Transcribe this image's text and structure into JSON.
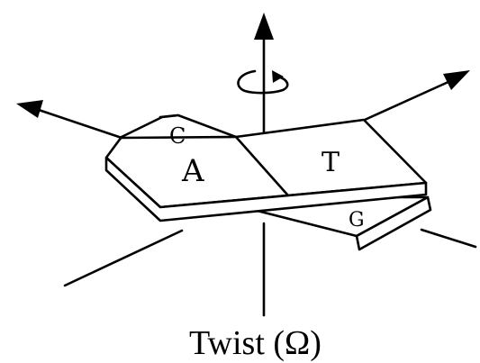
{
  "diagram": {
    "caption": "Twist (Ω)",
    "bases": {
      "top_left": "A",
      "top_right": "T",
      "back_left": "C",
      "back_right": "G"
    }
  }
}
